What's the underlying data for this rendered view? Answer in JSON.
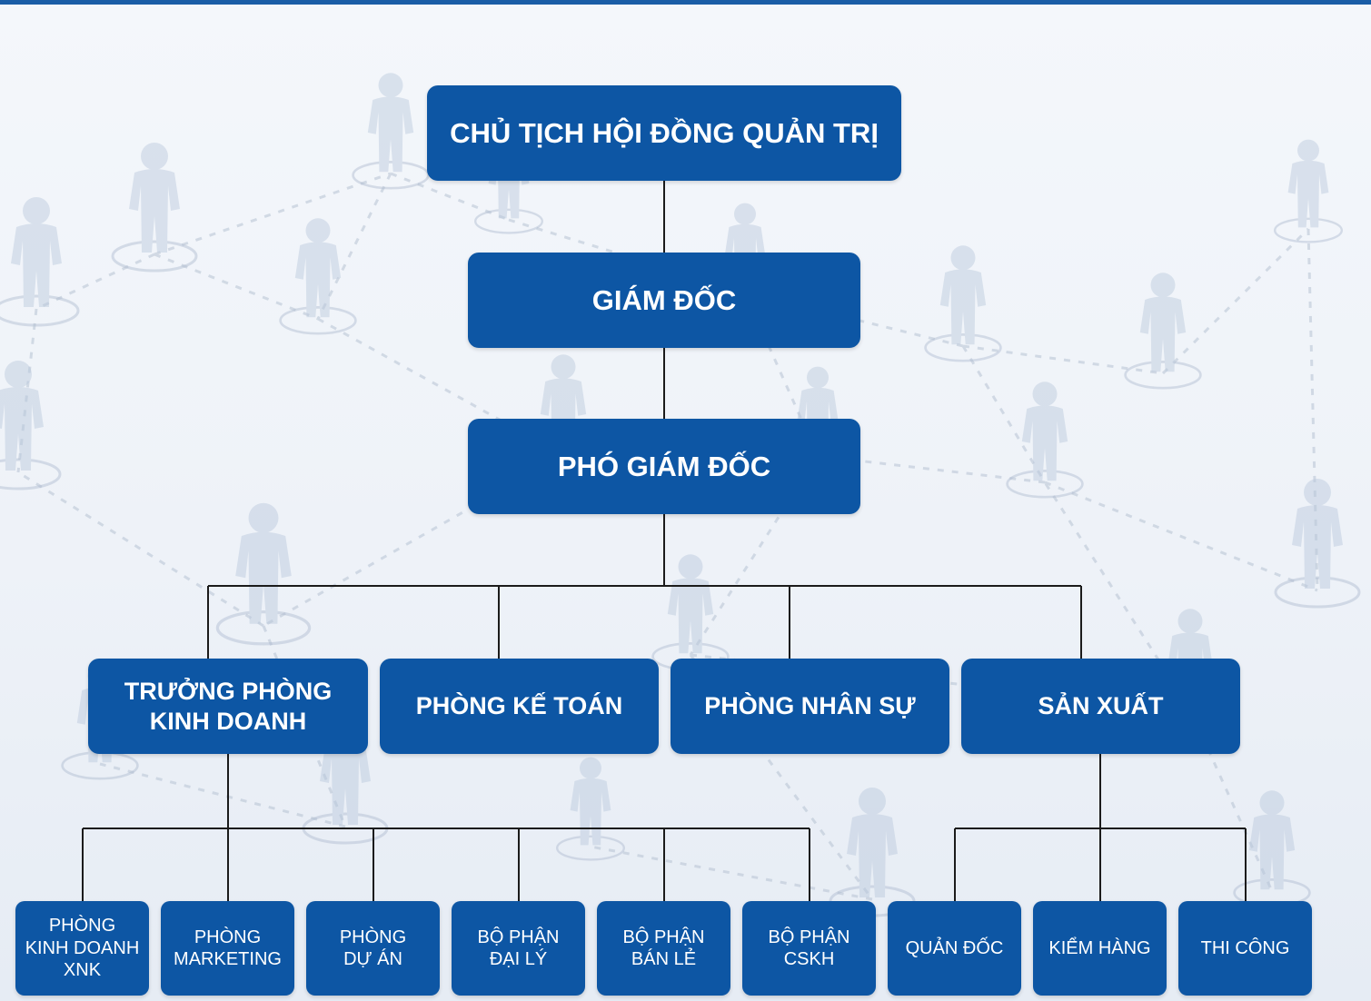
{
  "colors": {
    "node_fill": "#0d56a4",
    "node_text": "#ffffff",
    "connector": "#1b1b1b"
  },
  "chairman": "CHỦ TỊCH HỘI ĐỒNG QUẢN TRỊ",
  "director": "GIÁM ĐỐC",
  "vice_director": "PHÓ GIÁM ĐỐC",
  "departments": [
    "TRƯỞNG PHÒNG\nKINH DOANH",
    "PHÒNG KẾ TOÁN",
    "PHÒNG NHÂN SỰ",
    "SẢN XUẤT"
  ],
  "sales_units": [
    "PHÒNG\nKINH DOANH\nXNK",
    "PHÒNG\nMARKETING",
    "PHÒNG\nDỰ ÁN",
    "BỘ PHẬN\nĐẠI LÝ",
    "BỘ PHẬN\nBÁN LẺ",
    "BỘ PHẬN\nCSKH"
  ],
  "production_units": [
    "QUẢN ĐỐC",
    "KIỂM HÀNG",
    "THI CÔNG"
  ]
}
